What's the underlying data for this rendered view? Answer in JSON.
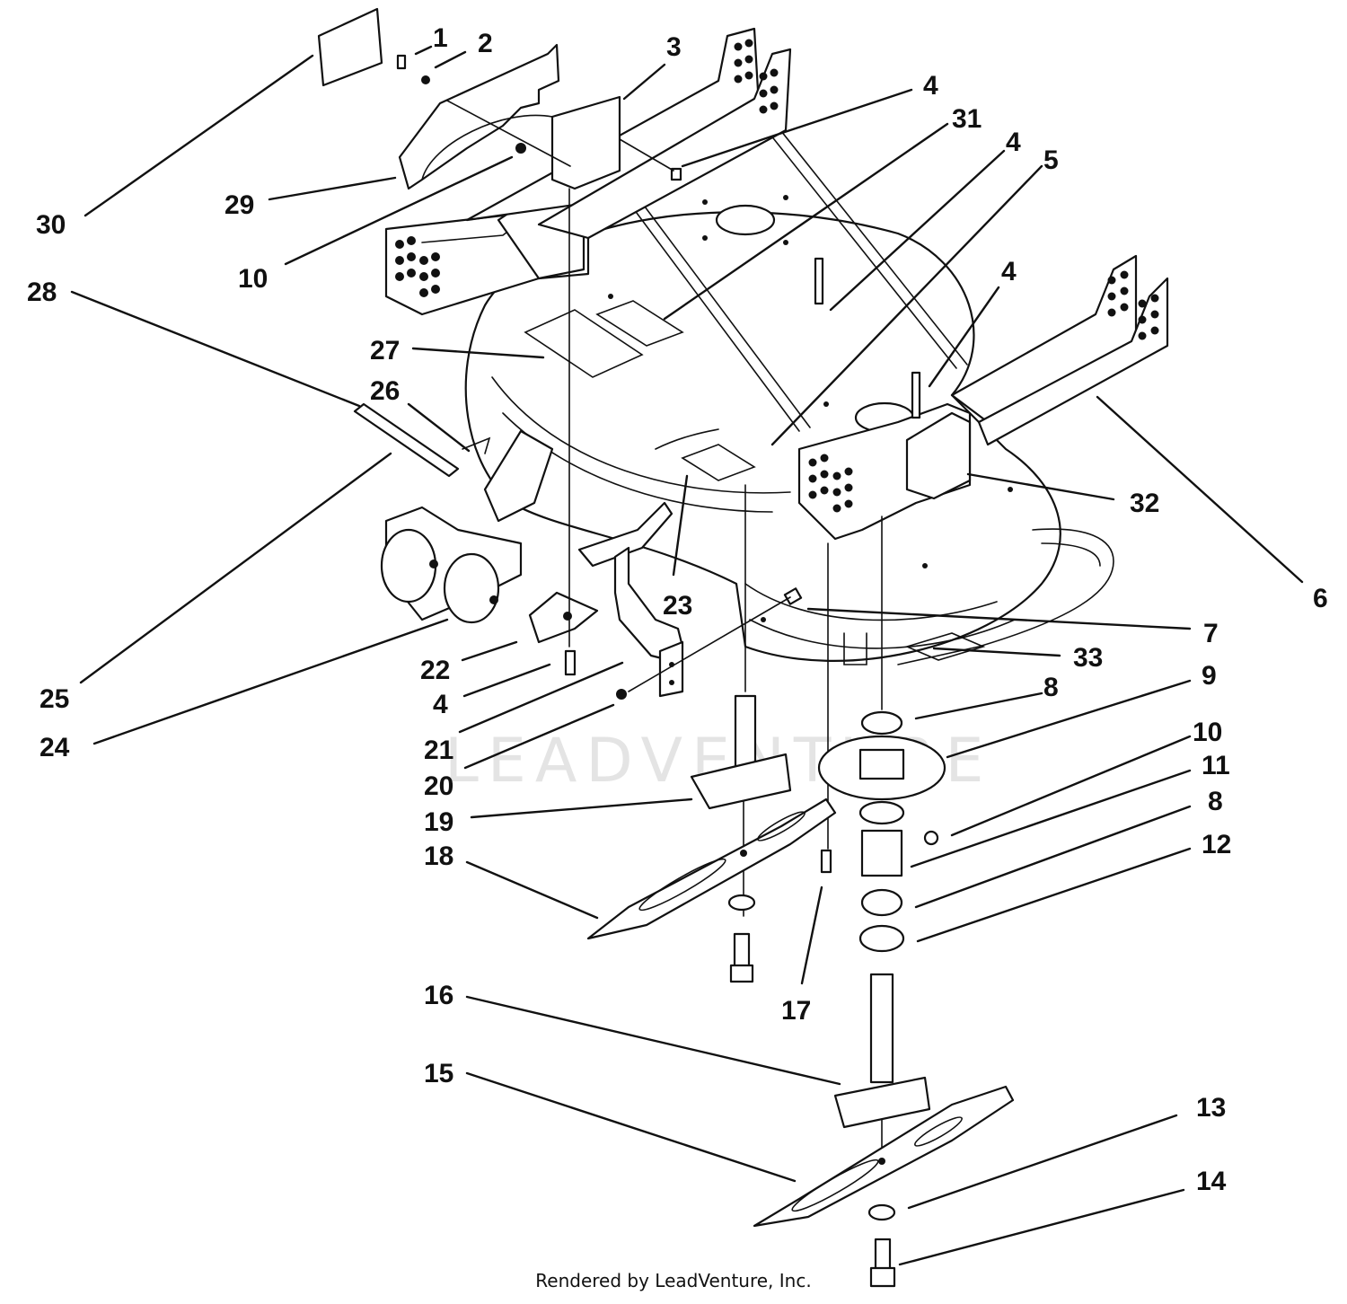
{
  "watermark": "LEADVENTURE",
  "footer": "Rendered by LeadVenture, Inc.",
  "callouts": [
    {
      "id": "c1",
      "label": "1"
    },
    {
      "id": "c2",
      "label": "2"
    },
    {
      "id": "c3",
      "label": "3"
    },
    {
      "id": "c4a",
      "label": "4"
    },
    {
      "id": "c31",
      "label": "31"
    },
    {
      "id": "c4b",
      "label": "4"
    },
    {
      "id": "c5",
      "label": "5"
    },
    {
      "id": "c30",
      "label": "30"
    },
    {
      "id": "c29",
      "label": "29"
    },
    {
      "id": "c10a",
      "label": "10"
    },
    {
      "id": "c28",
      "label": "28"
    },
    {
      "id": "c4c",
      "label": "4"
    },
    {
      "id": "c27",
      "label": "27"
    },
    {
      "id": "c26",
      "label": "26"
    },
    {
      "id": "c32",
      "label": "32"
    },
    {
      "id": "c6",
      "label": "6"
    },
    {
      "id": "c23",
      "label": "23"
    },
    {
      "id": "c7",
      "label": "7"
    },
    {
      "id": "c33",
      "label": "33"
    },
    {
      "id": "c25",
      "label": "25"
    },
    {
      "id": "c22",
      "label": "22"
    },
    {
      "id": "c4d",
      "label": "4"
    },
    {
      "id": "c24",
      "label": "24"
    },
    {
      "id": "c21",
      "label": "21"
    },
    {
      "id": "c20",
      "label": "20"
    },
    {
      "id": "c8a",
      "label": "8"
    },
    {
      "id": "c9",
      "label": "9"
    },
    {
      "id": "c10b",
      "label": "10"
    },
    {
      "id": "c11",
      "label": "11"
    },
    {
      "id": "c19",
      "label": "19"
    },
    {
      "id": "c18",
      "label": "18"
    },
    {
      "id": "c8b",
      "label": "8"
    },
    {
      "id": "c12",
      "label": "12"
    },
    {
      "id": "c17",
      "label": "17"
    },
    {
      "id": "c16",
      "label": "16"
    },
    {
      "id": "c15",
      "label": "15"
    },
    {
      "id": "c13",
      "label": "13"
    },
    {
      "id": "c14",
      "label": "14"
    }
  ]
}
